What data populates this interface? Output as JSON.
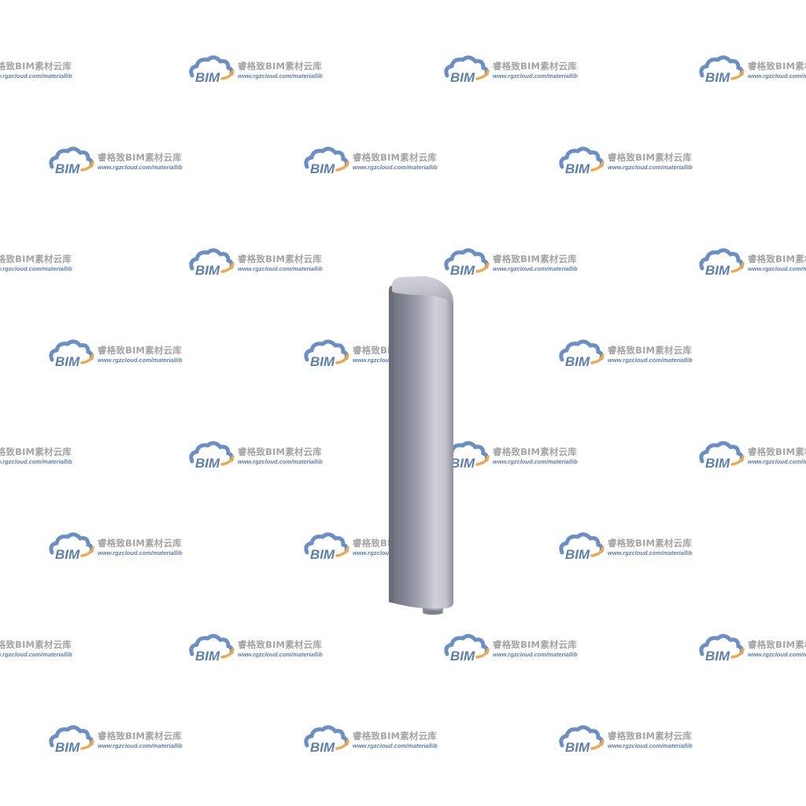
{
  "watermark": {
    "logo_text": "BIM",
    "title": "睿格致BIM素材云库",
    "url": "www.rgzcloud.com/materiallib",
    "colors": {
      "cloud": "#6a8ec6",
      "text_blue": "#5b7fb3",
      "arc_orange": "#f0a94a",
      "title_gray": "#a4a4a4"
    }
  },
  "object": {
    "icon": "bollard-post-icon",
    "colors": {
      "body_dark": "#6f727f",
      "body_mid": "#a7a9b5",
      "body_light": "#d5d6df",
      "pin": "#9a9ca6"
    }
  }
}
